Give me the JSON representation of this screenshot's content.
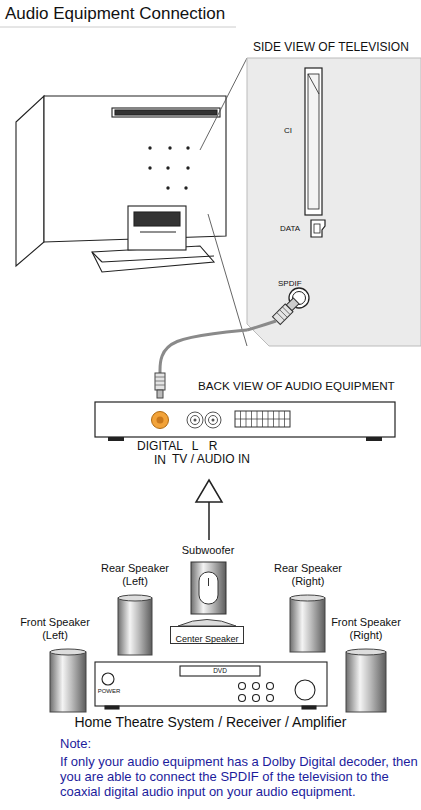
{
  "diagram": {
    "title": "Audio Equipment Connection",
    "nodes": [
      {
        "text": [
          "SIDE VIEW OF TELEVISION"
        ]
      },
      {
        "text": [
          "BACK VIEW OF AUDIO EQUIPMENT"
        ]
      },
      {
        "text": [
          "Home Theatre System / Receiver / Amplifier"
        ]
      },
      {
        "text": [
          "Center Speaker"
        ],
        "in": 2
      }
    ],
    "edges": [
      {
        "from": 0,
        "to": 1,
        "arrow": "none"
      },
      {
        "from": 2,
        "to": 1,
        "arrow": "to"
      }
    ],
    "labels": [
      "CI",
      "DATA",
      "SPDIF",
      "DIGITAL IN",
      "L",
      "R",
      "TV / AUDIO IN",
      "Subwoofer",
      "Rear Speaker (Left)",
      "Rear Speaker (Right)",
      "Front Speaker (Left)",
      "Front Speaker (Right)",
      "POWER",
      "DVD",
      "Note:",
      "If only your audio equipment has a Dolby Digital decoder, then you are able to connect the SPDIF of the television to the coaxial digital audio input on your audio equipment."
    ]
  }
}
